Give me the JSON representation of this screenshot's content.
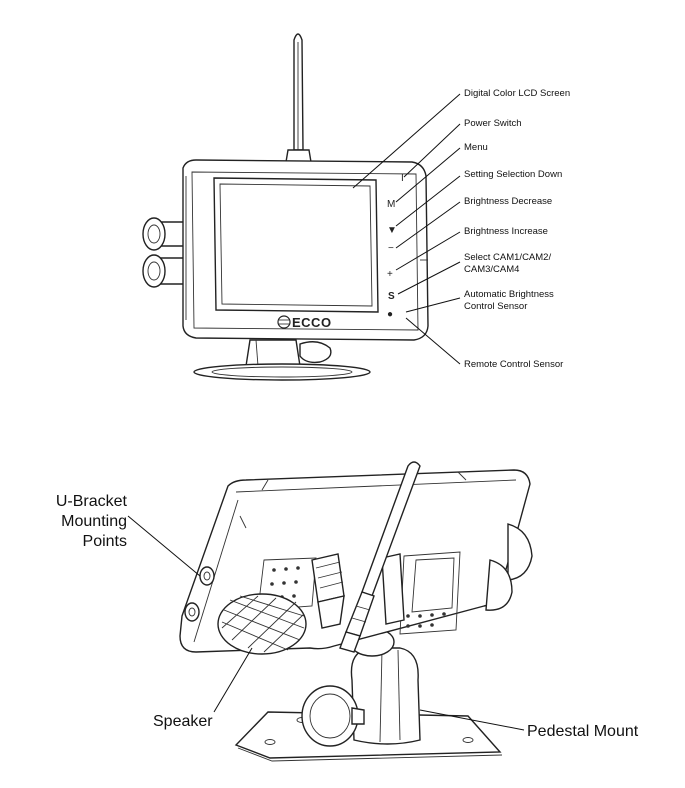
{
  "brand": "ECCO",
  "front_view": {
    "labels": {
      "lcd_screen": "Digital Color LCD Screen",
      "power_switch": "Power Switch",
      "menu": "Menu",
      "setting_down": "Setting Selection Down",
      "brightness_decrease": "Brightness Decrease",
      "brightness_increase": "Brightness Increase",
      "select_cam_line1": "Select CAM1/CAM2/",
      "select_cam_line2": "CAM3/CAM4",
      "auto_brightness_line1": "Automatic Brightness",
      "auto_brightness_line2": "Control Sensor",
      "remote_sensor": "Remote Control Sensor"
    },
    "buttons": {
      "power": "I",
      "menu": "M",
      "down": "▼",
      "minus": "−",
      "plus": "+",
      "select": "S",
      "sensor": "●"
    }
  },
  "rear_view": {
    "labels": {
      "u_bracket_line1": "U-Bracket",
      "u_bracket_line2": "Mounting",
      "u_bracket_line3": "Points",
      "speaker": "Speaker",
      "pedestal_mount": "Pedestal Mount"
    }
  }
}
